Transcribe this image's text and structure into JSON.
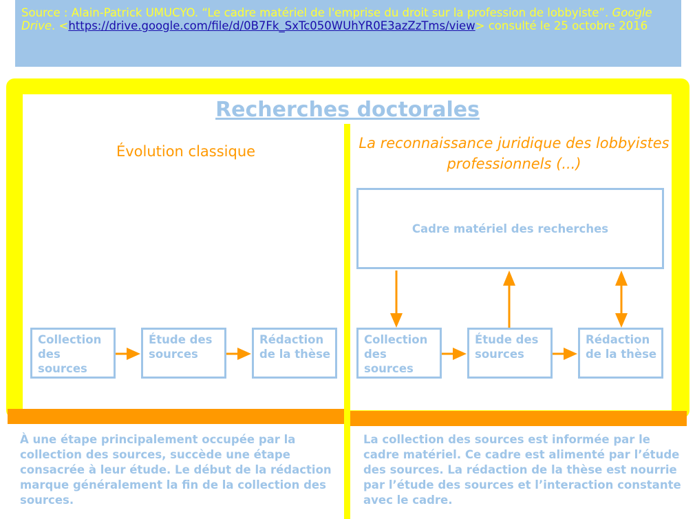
{
  "source": {
    "prefix": "Source : Alain-Patrick UMUCYO. “Le cadre matériel de l'emprise du droit sur la profession de lobbyiste”. ",
    "site": "Google Drive",
    "after_site": ". <",
    "url": "https://drive.google.com/file/d/0B7Fk_SxTc050WUhYR0E3azZzTms/view",
    "suffix": "> consulté le 25 octobre 2016"
  },
  "title": "Recherches doctorales",
  "left": {
    "heading": "Évolution classique",
    "steps": [
      "Collection des sources",
      "Étude des sources",
      "Rédaction de la thèse"
    ],
    "caption": "À une étape principalement occupée par la collection des sources, succède une étape consacrée à leur étude. Le début de la rédaction marque généralement la fin de la collection des sources."
  },
  "right": {
    "heading": "La reconnaissance juridique des lobbyistes professionnels (...)",
    "frame_label": "Cadre matériel des recherches",
    "steps": [
      "Collection des sources",
      "Étude des sources",
      "Rédaction de la thèse"
    ],
    "caption": "La collection des sources est informée par le cadre matériel. Ce cadre est alimenté  par l’étude des sources. La rédaction de la thèse est nourrie par l’étude des sources et l’interaction constante avec le cadre."
  },
  "colors": {
    "yellow": "#ffff00",
    "orange": "#ff9900",
    "blue": "#9fc5e8",
    "source_text": "#ffff33"
  }
}
